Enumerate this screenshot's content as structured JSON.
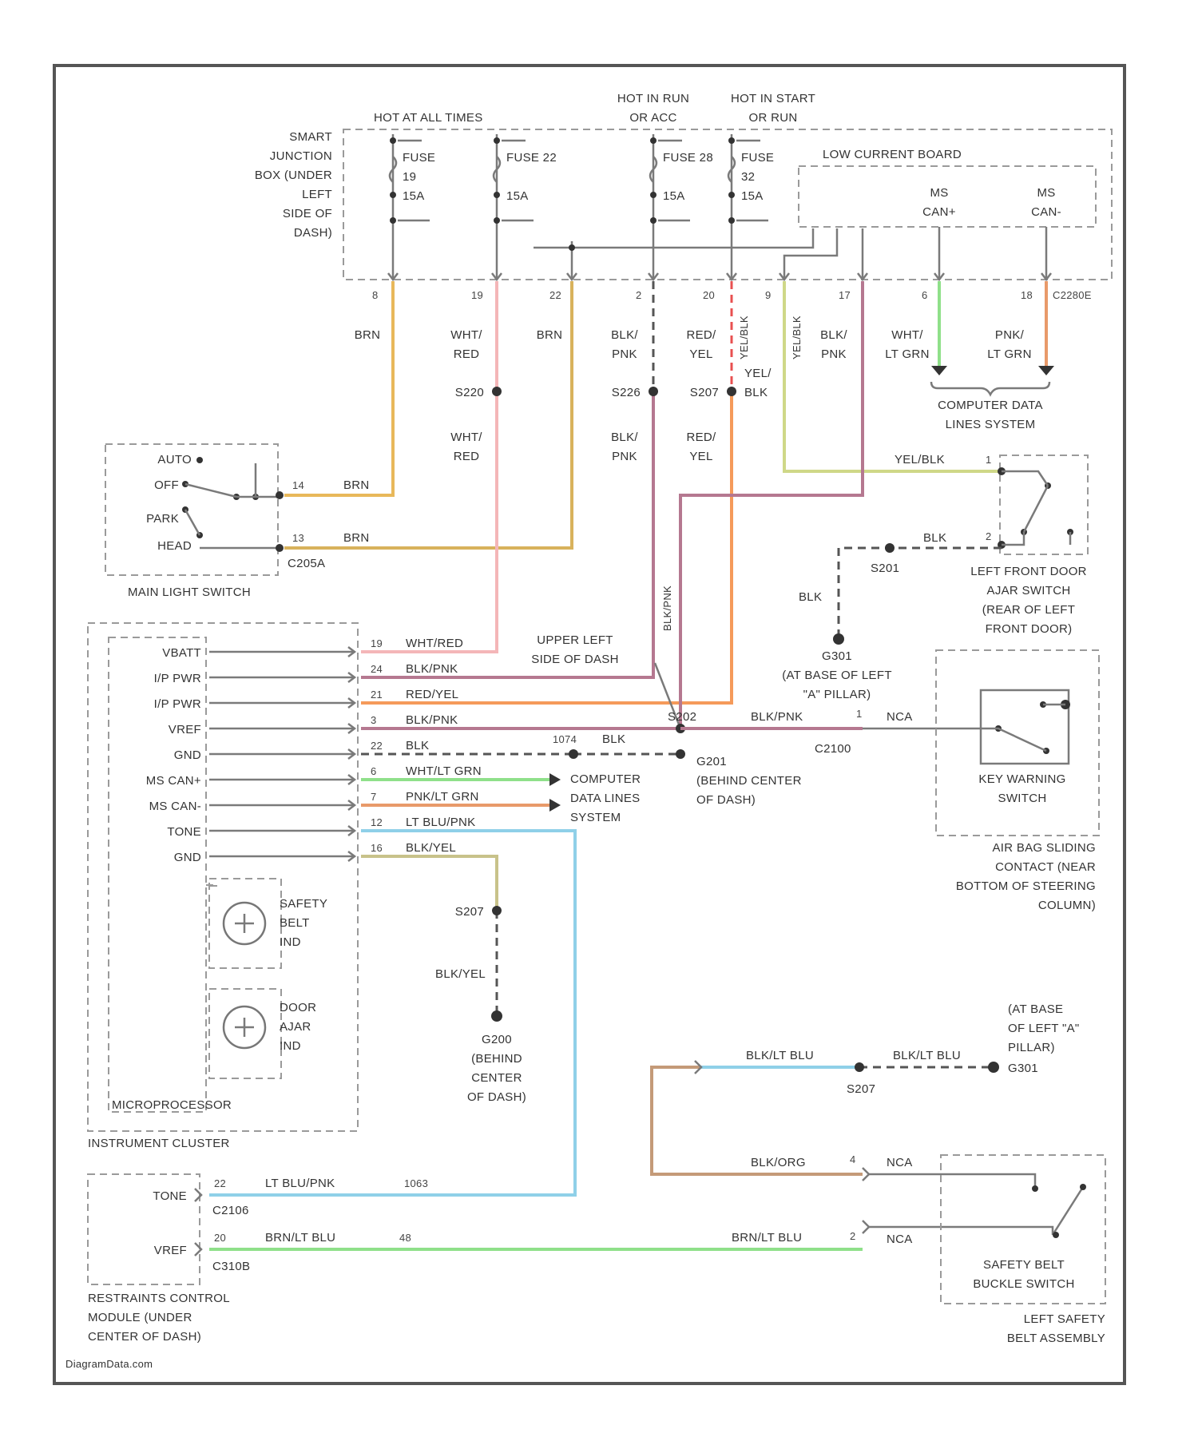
{
  "labels": {
    "sjb": [
      "SMART",
      "JUNCTION",
      "BOX (UNDER",
      "LEFT",
      "SIDE OF",
      "DASH)"
    ],
    "hot_all_times": "HOT AT ALL TIMES",
    "hot_run_acc": [
      "HOT IN RUN",
      "OR ACC"
    ],
    "hot_start_run": [
      "HOT IN START",
      "OR RUN"
    ],
    "fuse19": [
      "FUSE",
      "19",
      "15A"
    ],
    "fuse22": [
      "FUSE 22",
      "15A"
    ],
    "fuse28": [
      "FUSE 28",
      "15A"
    ],
    "fuse32": [
      "FUSE",
      "32",
      "15A"
    ],
    "low_current_board": "LOW CURRENT BOARD",
    "ms_can_plus": [
      "MS",
      "CAN+"
    ],
    "ms_can_minus": [
      "MS",
      "CAN-"
    ],
    "c2280e": "C2280E",
    "computer_data_top": [
      "COMPUTER DATA",
      "LINES SYSTEM"
    ],
    "main_light_switch": "MAIN LIGHT SWITCH",
    "c205a": "C205A",
    "mls_positions": [
      "AUTO",
      "OFF",
      "PARK",
      "HEAD"
    ],
    "lf_door_ajar": [
      "LEFT FRONT DOOR",
      "AJAR SWITCH",
      "(REAR OF LEFT",
      "FRONT DOOR)"
    ],
    "g301": [
      "G301",
      "(AT BASE OF LEFT",
      "\"A\" PILLAR)"
    ],
    "upper_left_dash": [
      "UPPER LEFT",
      "SIDE OF DASH"
    ],
    "s226": "S226",
    "s201": "S201",
    "s207": "S207",
    "s202": "S202",
    "s220": "S220",
    "g201": [
      "G201",
      "(BEHIND CENTER",
      "OF DASH)"
    ],
    "g200": [
      "G200",
      "(BEHIND",
      "CENTER",
      "OF DASH)"
    ],
    "key_warning": [
      "KEY WARNING",
      "SWITCH"
    ],
    "clockspring": [
      "AIR BAG SLIDING",
      "CONTACT (NEAR",
      "BOTTOM OF STEERING",
      "COLUMN)"
    ],
    "c2100": "C2100",
    "computer_data_mid": [
      "COMPUTER",
      "DATA LINES",
      "SYSTEM"
    ],
    "ic_pins": [
      "VBATT",
      "I/P PWR",
      "I/P PWR",
      "VREF",
      "GND",
      "MS CAN+",
      "MS CAN-",
      "TONE",
      "GND"
    ],
    "safety_belt_ind": [
      "SAFETY",
      "BELT",
      "IND"
    ],
    "door_ajar_ind": [
      "DOOR",
      "AJAR",
      "IND"
    ],
    "microprocessor": "MICROPROCESSOR",
    "instrument_cluster": "INSTRUMENT CLUSTER",
    "g301_right": [
      "(AT BASE",
      "OF LEFT \"A\"",
      "PILLAR)",
      "G301"
    ],
    "rcm_pins": [
      "TONE",
      "VREF"
    ],
    "rcm": [
      "RESTRAINTS CONTROL",
      "MODULE (UNDER",
      "CENTER OF DASH)"
    ],
    "c2106": "C2106",
    "c310b": "C310B",
    "belt_buckle": [
      "SAFETY BELT",
      "BUCKLE SWITCH"
    ],
    "left_belt_assembly": [
      "LEFT SAFETY",
      "BELT ASSEMBLY"
    ],
    "watermark": "DiagramData.com"
  },
  "wires": {
    "brn": "BRN",
    "wht_red": [
      "WHT/",
      "RED"
    ],
    "blk_pnk": [
      "BLK/",
      "PNK"
    ],
    "red_yel": [
      "RED/",
      "YEL"
    ],
    "yel_blk_v": "YEL/BLK",
    "blk_pnk_v": "BLK/PNK",
    "wht_ltgrn": [
      "WHT/",
      "LT GRN"
    ],
    "pnk_ltgrn": [
      "PNK/",
      "LT GRN"
    ],
    "yel_blk": [
      "YEL/",
      "BLK"
    ],
    "yel_blk_h": "YEL/BLK",
    "blk": "BLK",
    "ic_wires": [
      "WHT/RED",
      "BLK/PNK",
      "RED/YEL",
      "BLK/PNK",
      "BLK",
      "WHT/LT GRN",
      "PNK/LT GRN",
      "LT BLU/PNK",
      "BLK/YEL"
    ],
    "blk_pnk_key": "BLK/PNK",
    "nca": "NCA",
    "blk_yel": "BLK/YEL",
    "blk_ltblu": "BLK/LT BLU",
    "blk_org": "BLK/ORG",
    "lt_blu_pnk": "LT BLU/PNK",
    "brn_ltblu": "BRN/LT BLU"
  },
  "pins": {
    "sjb": [
      "8",
      "19",
      "22",
      "2",
      "20",
      "9",
      "17",
      "6",
      "18"
    ],
    "c205a": [
      "14",
      "13"
    ],
    "lf_door": [
      "1",
      "2"
    ],
    "ic": [
      "19",
      "24",
      "21",
      "3",
      "22",
      "6",
      "7",
      "12",
      "16"
    ],
    "key": "1",
    "rcm": [
      "22",
      "20"
    ],
    "rcm_circuit": [
      "1063",
      "48"
    ],
    "belt": [
      "4",
      "2"
    ],
    "circuit_1074": "1074"
  },
  "colors": {
    "brn": "#e8b85a",
    "brn2": "#d8b25c",
    "wht_red": "#f4b6b8",
    "blk_pnk": "#b57890",
    "red_yel": "#f59a5a",
    "yel_blk": "#cfd888",
    "grn": "#8fe08a",
    "pnk_grn": "#e89a6a",
    "lt_blu": "#8fd0e8",
    "blk_yel": "#c8c28a",
    "blk_org": "#c49a78",
    "frame": "#555555"
  }
}
